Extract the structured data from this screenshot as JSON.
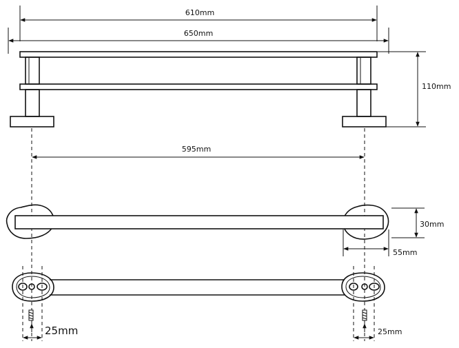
{
  "dimensions": {
    "overall_bar": "610mm",
    "overall_total": "650mm",
    "height": "110mm",
    "center_spacing": "595mm",
    "bar_depth": "30mm",
    "bracket_width": "55mm",
    "hole_spacing_left": "25mm",
    "hole_spacing_right": "25mm"
  }
}
